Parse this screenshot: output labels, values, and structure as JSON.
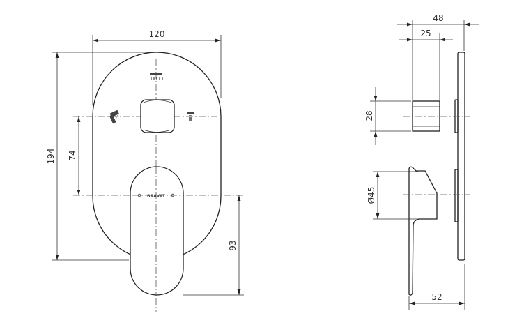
{
  "front_view": {
    "width_label": "120",
    "height_label": "194",
    "center_distance_label": "74",
    "lever_height_label": "93",
    "brand_mark": "BRAVAT"
  },
  "side_view": {
    "total_depth_label": "48",
    "cartridge_depth_label": "25",
    "cartridge_diameter_label": "28",
    "lever_diameter_label": "Ø45",
    "lever_projection_label": "52"
  },
  "colors": {
    "line": "#222222",
    "background": "#ffffff"
  }
}
